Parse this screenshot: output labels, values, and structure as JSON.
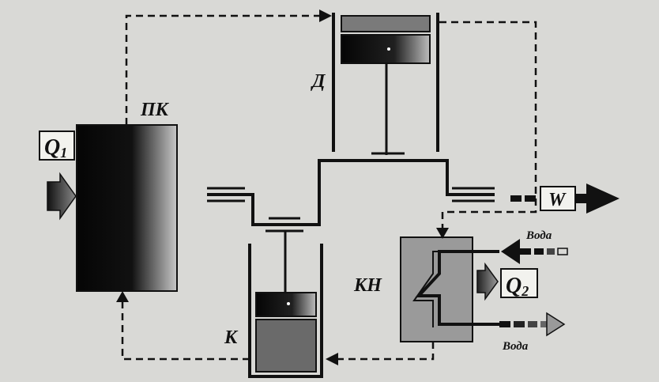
{
  "labels": {
    "boiler": "ПК",
    "engine": "Д",
    "compressor": "К",
    "condenser": "КН",
    "heat_in": "Q",
    "heat_in_sub": "1",
    "heat_out": "Q",
    "heat_out_sub": "2",
    "work": "W",
    "water_in": "Вода",
    "water_out": "Вода"
  },
  "colors": {
    "ink": "#111111",
    "condenser_fill": "#9a9a9a",
    "compressor_fill": "#6a6a6a",
    "paper": "#d9d9d6"
  }
}
